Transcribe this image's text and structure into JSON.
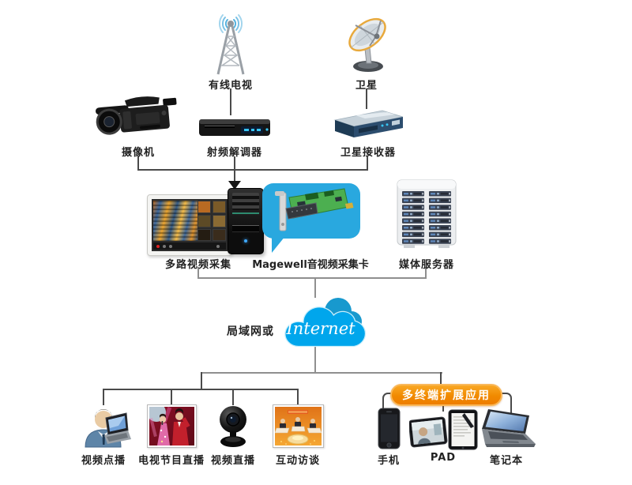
{
  "labels": {
    "cable_tv": "有线电视",
    "satellite": "卫星",
    "camera": "摄像机",
    "rf_demodulator": "射频解调器",
    "satellite_receiver": "卫星接收器",
    "multi_capture": "多路视频采集",
    "capture_card": "Magewell音视频采集卡",
    "media_server": "媒体服务器",
    "lan_or": "局域网或",
    "internet": "Internet",
    "vod": "视频点播",
    "tv_live": "电视节目直播",
    "video_live": "视频直播",
    "interactive_talk": "互动访谈",
    "multi_terminal_badge": "多终端扩展应用",
    "phone": "手机",
    "pad": "PAD",
    "laptop": "笔记本"
  },
  "colors": {
    "cloud_blue": "#00A6EC",
    "cloud_back_blue": "#1899CE",
    "bubble_blue": "#29A8DF",
    "badge_orange": "#EE7D00",
    "badge_orange_light": "#F9A825",
    "connector_dark": "#4A4A4A",
    "connector_gray": "#8F8F8F"
  }
}
